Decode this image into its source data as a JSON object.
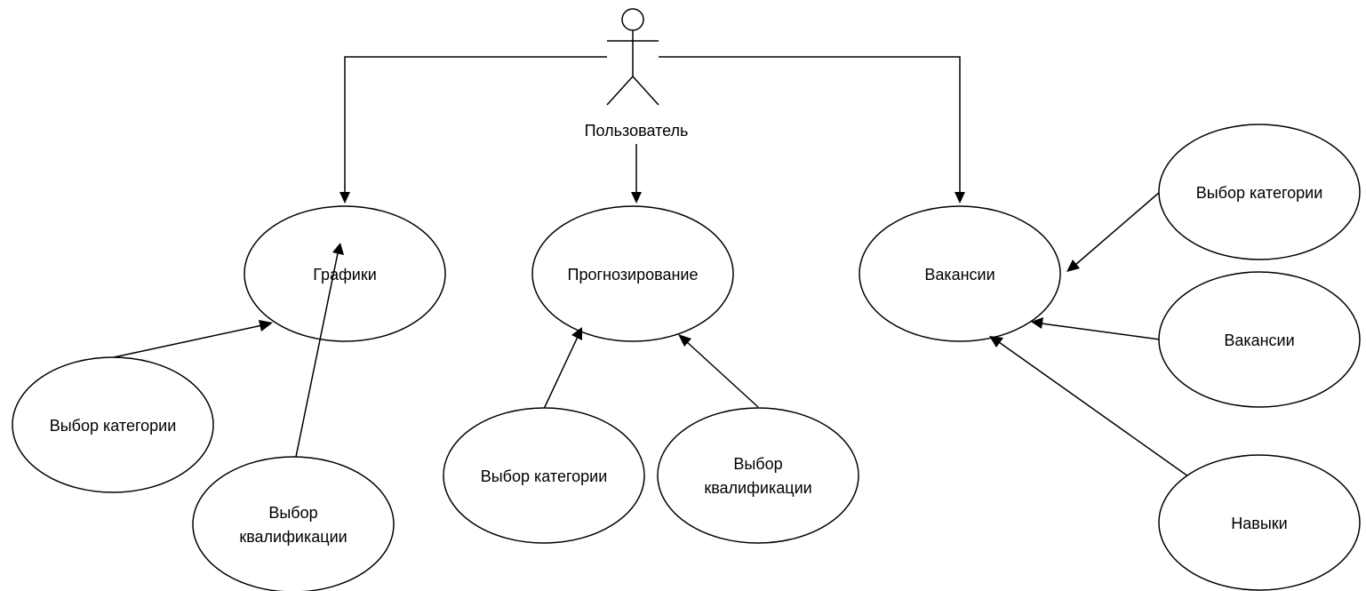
{
  "actor": {
    "label": "Пользователь"
  },
  "use_cases": {
    "graphs": {
      "label": "Графики"
    },
    "forecast": {
      "label": "Прогнозирование"
    },
    "vacancies": {
      "label": "Вакансии"
    }
  },
  "sub_cases": {
    "graphs_category": {
      "label": "Выбор категории"
    },
    "graphs_qual": {
      "line1": "Выбор",
      "line2": "квалификации"
    },
    "forecast_category": {
      "label": "Выбор категории"
    },
    "forecast_qual": {
      "line1": "Выбор",
      "line2": "квалификации"
    },
    "vac_category": {
      "label": "Выбор категории"
    },
    "vac_vacancies": {
      "label": "Вакансии"
    },
    "vac_skills": {
      "label": "Навыки"
    }
  },
  "colors": {
    "line": "#000000",
    "fill": "#ffffff"
  }
}
